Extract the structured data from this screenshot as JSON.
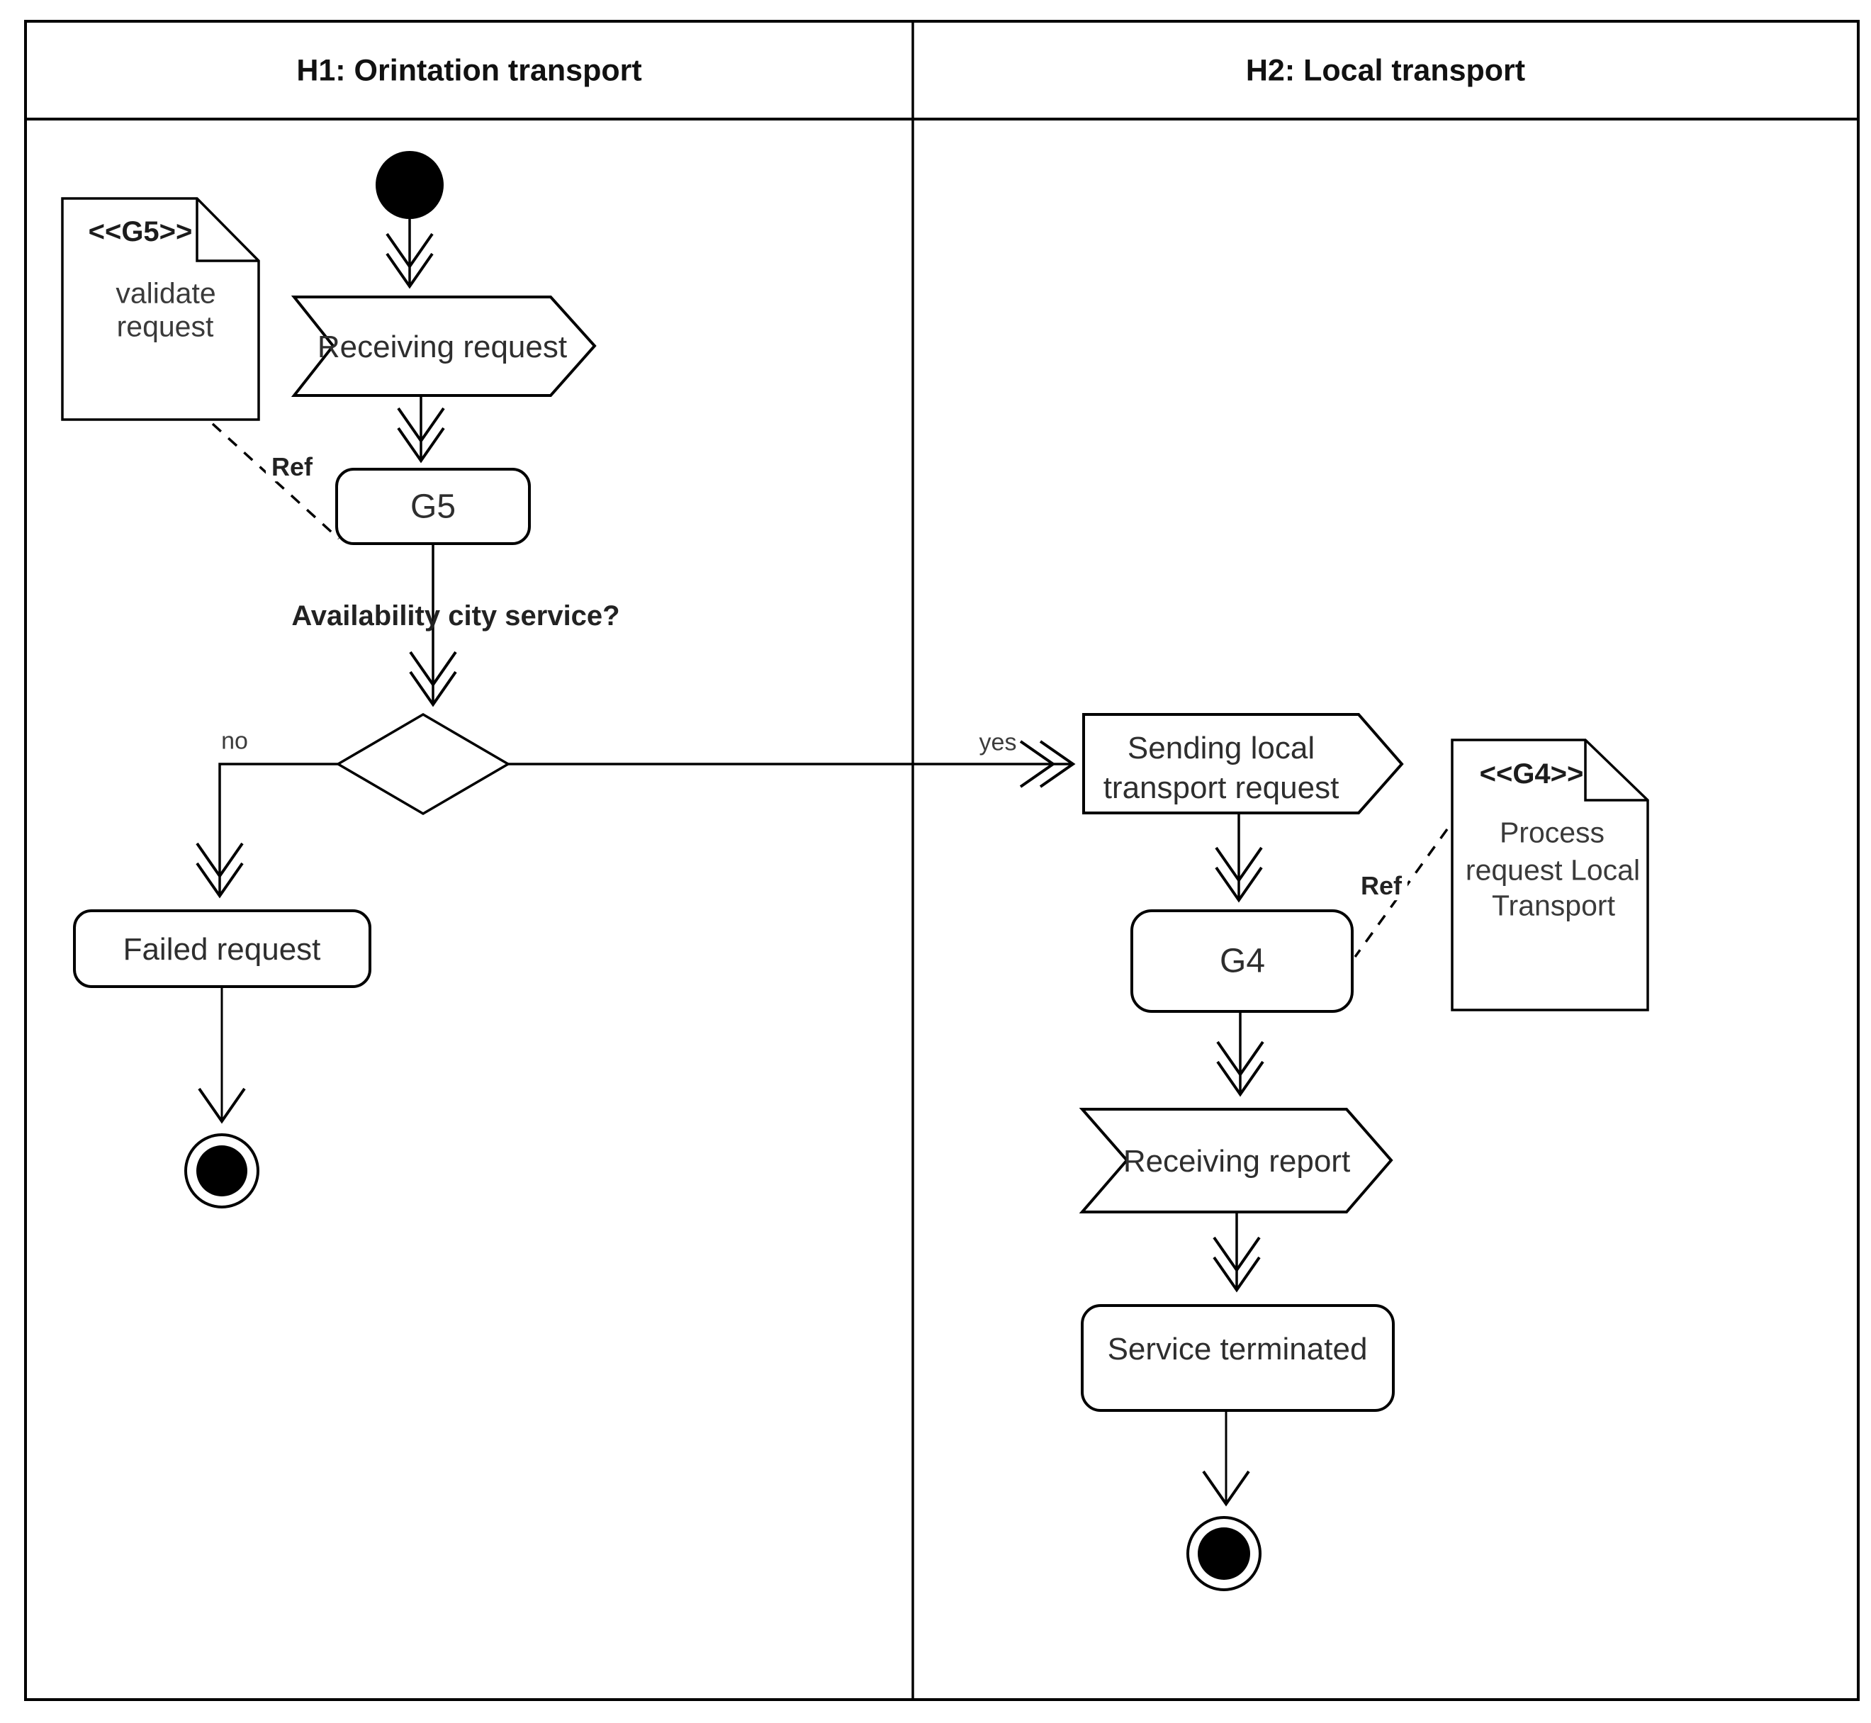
{
  "diagram_type": "uml-activity-swimlane",
  "lanes": {
    "h1_title": "H1: Orintation transport",
    "h2_title": "H2: Local transport"
  },
  "h1": {
    "receiving_request": "Receiving request",
    "g5_activity": "G5",
    "guard_question": "Availability city service?",
    "branch_no": "no",
    "failed_request": "Failed request",
    "note_stereotype": "<<G5>>",
    "note_line1": "validate",
    "note_line2": "request",
    "ref_label": "Ref"
  },
  "h2": {
    "branch_yes": "yes",
    "send_signal_line1": "Sending local",
    "send_signal_line2": "transport request",
    "g4_activity": "G4",
    "receiving_report": "Receiving report",
    "service_terminated": "Service terminated",
    "note_stereotype": "<<G4>>",
    "note_line1": "Process",
    "note_line2": "request Local",
    "note_line3": "Transport",
    "ref_label": "Ref"
  },
  "colors": {
    "line": "#000000",
    "text": "#2e2e2e",
    "background": "#ffffff"
  }
}
